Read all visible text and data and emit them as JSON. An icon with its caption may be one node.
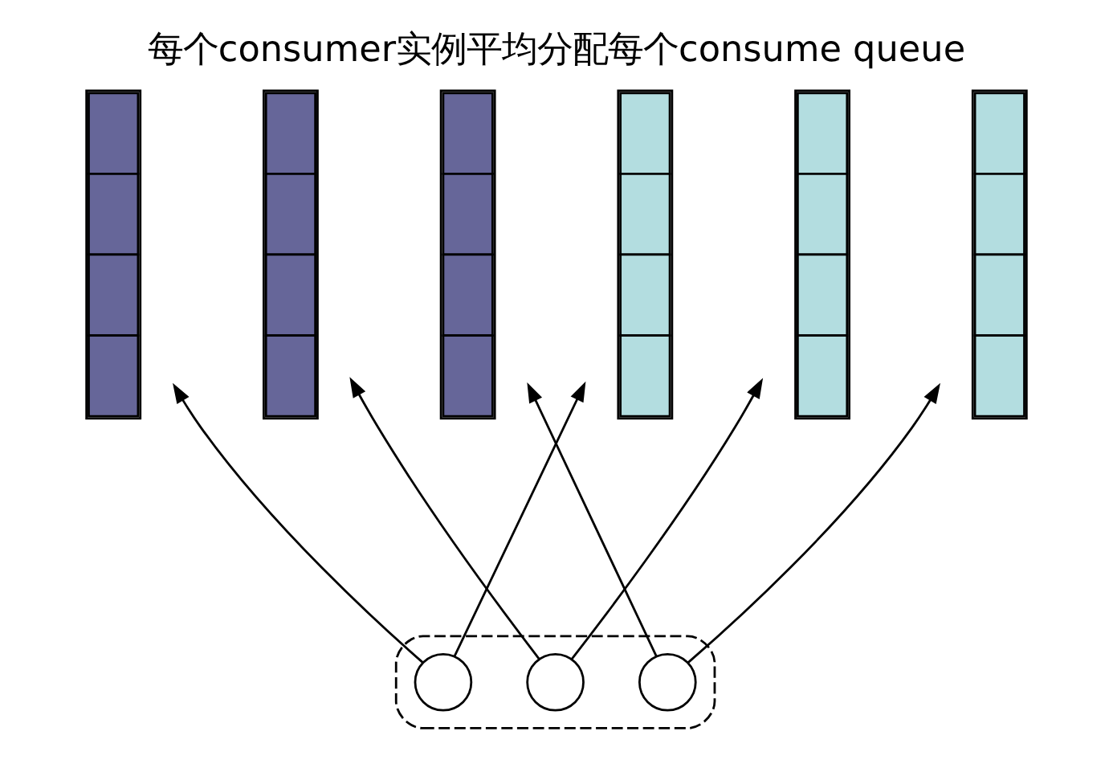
{
  "diagram": {
    "title": "每个consumer实例平均分配每个consume queue",
    "nodes": [
      {
        "text": [],
        "shape": "box"
      },
      {
        "text": [],
        "shape": "bar"
      },
      {
        "text": [],
        "shape": "bar"
      },
      {
        "text": [],
        "shape": "bar"
      },
      {
        "text": [],
        "shape": "bar"
      },
      {
        "text": [],
        "shape": "bar"
      },
      {
        "text": [],
        "shape": "bar"
      },
      {
        "text": [],
        "shape": "person",
        "in": 0
      },
      {
        "text": [],
        "shape": "person",
        "in": 0
      },
      {
        "text": [],
        "shape": "person",
        "in": 0
      }
    ],
    "edges": [
      {
        "from": 7,
        "to": 1,
        "arrow": "to"
      },
      {
        "from": 7,
        "to": 4,
        "arrow": "to"
      },
      {
        "from": 8,
        "to": 2,
        "arrow": "to"
      },
      {
        "from": 8,
        "to": 5,
        "arrow": "to"
      },
      {
        "from": 9,
        "to": 3,
        "arrow": "to"
      },
      {
        "from": 9,
        "to": 6,
        "arrow": "to"
      }
    ]
  }
}
